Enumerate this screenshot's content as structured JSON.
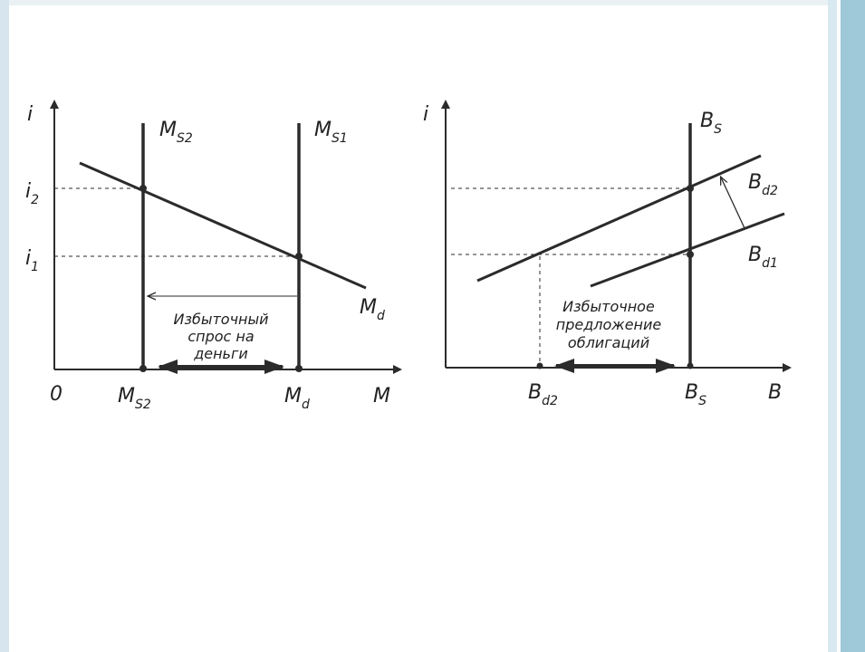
{
  "left_graph": {
    "y_axis": "i",
    "x_axis": "M",
    "origin": "0",
    "y_levels": [
      {
        "base": "i",
        "sub": "2"
      },
      {
        "base": "i",
        "sub": "1"
      }
    ],
    "supply_lines": [
      {
        "base": "M",
        "sub": "S2"
      },
      {
        "base": "M",
        "sub": "S1"
      }
    ],
    "demand_curve": {
      "base": "M",
      "sub": "d"
    },
    "x_ticks": [
      {
        "base": "M",
        "sub": "S2"
      },
      {
        "base": "M",
        "sub": "d"
      }
    ],
    "note_lines": [
      "Избыточный",
      "спрос на",
      "деньги"
    ]
  },
  "right_graph": {
    "y_axis": "i",
    "x_axis": "B",
    "supply_line": {
      "base": "B",
      "sub": "S"
    },
    "demand_curves": [
      {
        "base": "B",
        "sub": "d2"
      },
      {
        "base": "B",
        "sub": "d1"
      }
    ],
    "x_ticks": [
      {
        "base": "B",
        "sub": "d2"
      },
      {
        "base": "B",
        "sub": "S"
      }
    ],
    "note_lines": [
      "Избыточное",
      "предложение",
      "облигаций"
    ]
  },
  "colors": {
    "ink": "#2b2b2b",
    "frame_accent": "#9fc8d8",
    "frame_light": "#d9e9f1"
  }
}
